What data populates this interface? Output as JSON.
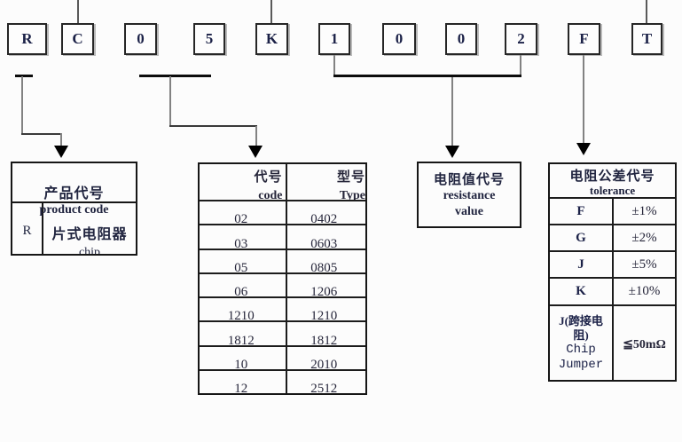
{
  "diagram": {
    "part_number_chars": [
      "R",
      "C",
      "0",
      "5",
      "K",
      "1",
      "0",
      "0",
      "2",
      "F",
      "T"
    ],
    "product_table": {
      "title_cn": "产品代号",
      "title_en": "product code",
      "row": {
        "code": "R",
        "name_cn": "片式电阻器",
        "name_en": "chip"
      }
    },
    "size_table": {
      "col1_header_cn": "代号",
      "col1_header_en": "code",
      "col2_header_cn": "型号",
      "col2_header_en": "Type",
      "rows": [
        [
          "02",
          "0402"
        ],
        [
          "03",
          "0603"
        ],
        [
          "05",
          "0805"
        ],
        [
          "06",
          "1206"
        ],
        [
          "1210",
          "1210"
        ],
        [
          "1812",
          "1812"
        ],
        [
          "10",
          "2010"
        ],
        [
          "12",
          "2512"
        ]
      ]
    },
    "resistance_box": {
      "label_cn": "电阻值代号",
      "label_en_1": "resistance",
      "label_en_2": "value"
    },
    "tolerance_table": {
      "title_cn": "电阻公差代号",
      "title_en": "tolerance",
      "rows": [
        [
          "F",
          "±1%"
        ],
        [
          "G",
          "±2%"
        ],
        [
          "J",
          "±5%"
        ],
        [
          "K",
          "±10%"
        ]
      ],
      "jumper_row": {
        "code_line1": "J(跨接电",
        "code_line2": "阻)",
        "code_line3": "Chip",
        "code_line4": "Jumper",
        "value": "≦50mΩ"
      }
    },
    "colors": {
      "ink": "#1b2147",
      "line": "#161616",
      "gray_leg": "#828282"
    }
  }
}
